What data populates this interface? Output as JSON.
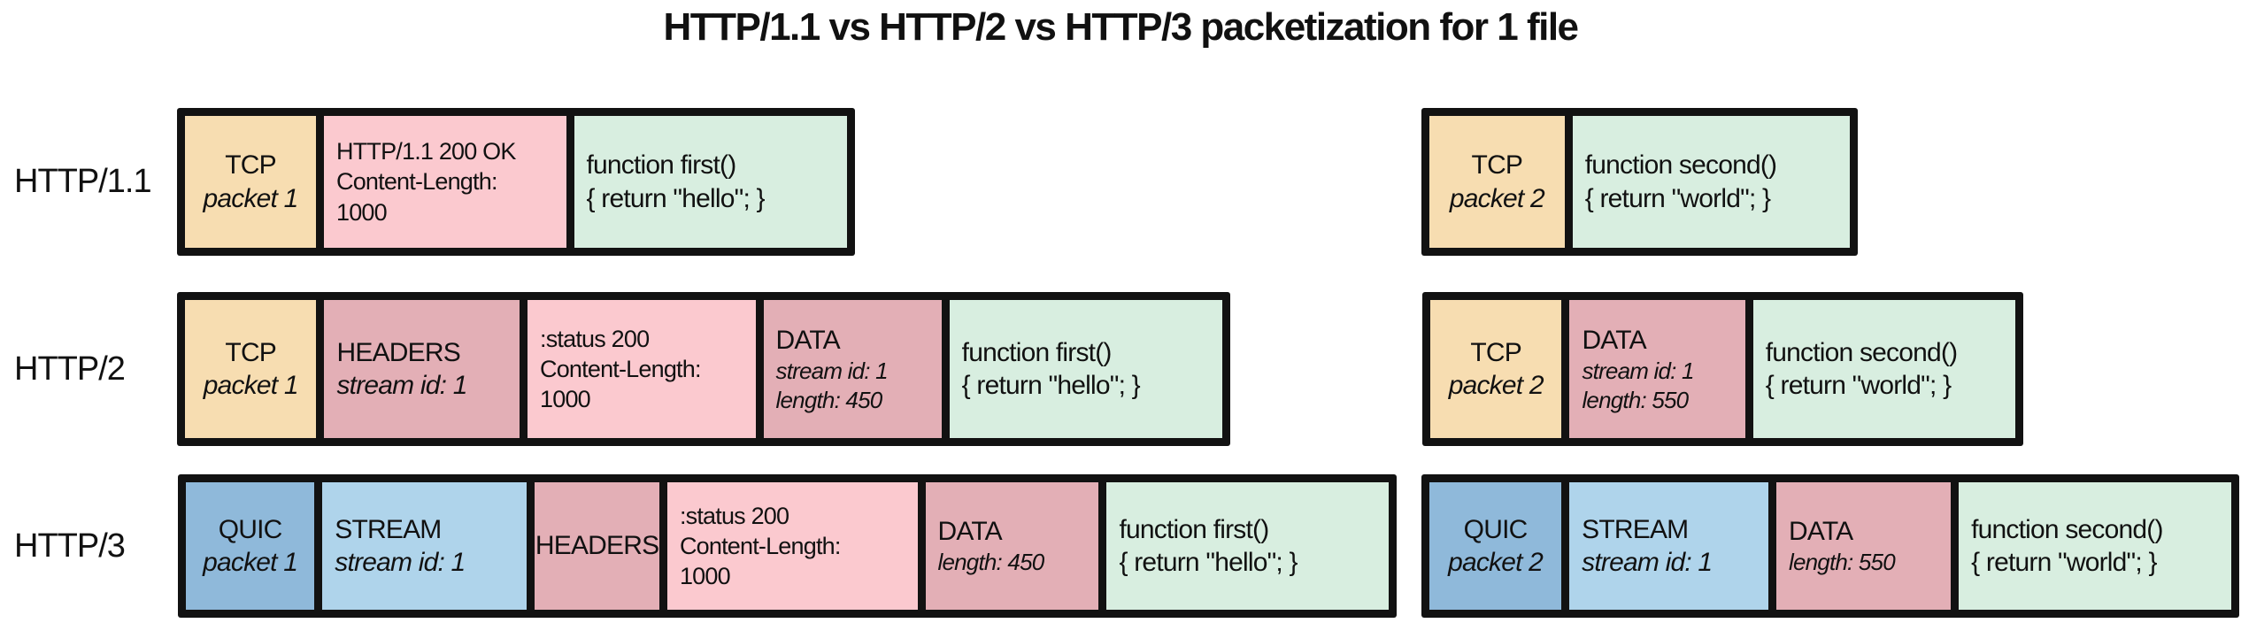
{
  "title": "HTTP/1.1 vs HTTP/2 vs HTTP/3 packetization for 1 file",
  "palette": {
    "tcp": "#F7DDB1",
    "quic": "#8FB9DA",
    "stream": "#AFD4EB",
    "frame": "#E3AFB6",
    "frame-center": "#E3AFB6",
    "http-headers": "#FBC9CF",
    "payload": "#D8EEE0",
    "border": "#121212",
    "background": "#FFFFFF"
  },
  "rows": [
    {
      "label": "HTTP/1.1",
      "packets": [
        {
          "name": "tcp-packet-1",
          "cells": [
            {
              "name": "tcp-cell",
              "kind": "tcp",
              "lines": [
                {
                  "t": "TCP"
                },
                {
                  "t": "packet 1",
                  "i": true
                }
              ]
            },
            {
              "name": "http1-response-headers-cell",
              "kind": "http-headers",
              "lines": [
                {
                  "t": "HTTP/1.1 200 OK"
                },
                {
                  "t": "Content-Length:"
                },
                {
                  "t": "1000"
                }
              ]
            },
            {
              "name": "payload-cell",
              "kind": "payload",
              "lines": [
                {
                  "t": "function first()"
                },
                {
                  "t": "{ return \"hello\"; }"
                }
              ]
            }
          ]
        },
        {
          "name": "tcp-packet-2",
          "cells": [
            {
              "name": "tcp-cell",
              "kind": "tcp",
              "lines": [
                {
                  "t": "TCP"
                },
                {
                  "t": "packet 2",
                  "i": true
                }
              ]
            },
            {
              "name": "payload-cell",
              "kind": "payload",
              "lines": [
                {
                  "t": "function second()"
                },
                {
                  "t": "{ return \"world\"; }"
                }
              ]
            }
          ]
        }
      ]
    },
    {
      "label": "HTTP/2",
      "packets": [
        {
          "name": "tcp-packet-1",
          "cells": [
            {
              "name": "tcp-cell",
              "kind": "tcp",
              "lines": [
                {
                  "t": "TCP"
                },
                {
                  "t": "packet 1",
                  "i": true
                }
              ]
            },
            {
              "name": "headers-frame-cell",
              "kind": "frame",
              "lines": [
                {
                  "t": "HEADERS"
                },
                {
                  "t": "stream id: 1",
                  "i": true
                }
              ]
            },
            {
              "name": "http2-response-headers-cell",
              "kind": "http-headers",
              "lines": [
                {
                  "t": ":status 200"
                },
                {
                  "t": "Content-Length:"
                },
                {
                  "t": "1000"
                }
              ]
            },
            {
              "name": "data-frame-cell",
              "kind": "frame",
              "lines": [
                {
                  "t": "DATA"
                },
                {
                  "t": "stream id: 1",
                  "i": true,
                  "s": true
                },
                {
                  "t": "length: 450",
                  "i": true,
                  "s": true
                }
              ]
            },
            {
              "name": "payload-cell",
              "kind": "payload",
              "lines": [
                {
                  "t": "function first()"
                },
                {
                  "t": "{ return \"hello\"; }"
                }
              ]
            }
          ]
        },
        {
          "name": "tcp-packet-2",
          "cells": [
            {
              "name": "tcp-cell",
              "kind": "tcp",
              "lines": [
                {
                  "t": "TCP"
                },
                {
                  "t": "packet 2",
                  "i": true
                }
              ]
            },
            {
              "name": "data-frame-cell",
              "kind": "frame",
              "lines": [
                {
                  "t": "DATA"
                },
                {
                  "t": "stream id: 1",
                  "i": true,
                  "s": true
                },
                {
                  "t": "length: 550",
                  "i": true,
                  "s": true
                }
              ]
            },
            {
              "name": "payload-cell",
              "kind": "payload",
              "lines": [
                {
                  "t": "function second()"
                },
                {
                  "t": "{ return \"world\"; }"
                }
              ]
            }
          ]
        }
      ]
    },
    {
      "label": "HTTP/3",
      "packets": [
        {
          "name": "quic-packet-1",
          "cells": [
            {
              "name": "quic-cell",
              "kind": "quic",
              "lines": [
                {
                  "t": "QUIC"
                },
                {
                  "t": "packet 1",
                  "i": true
                }
              ]
            },
            {
              "name": "stream-frame-cell",
              "kind": "stream",
              "lines": [
                {
                  "t": "STREAM"
                },
                {
                  "t": "stream id: 1",
                  "i": true
                }
              ]
            },
            {
              "name": "headers-frame-cell",
              "kind": "frame-center",
              "lines": [
                {
                  "t": "HEADERS"
                }
              ]
            },
            {
              "name": "http3-response-headers-cell",
              "kind": "http-headers",
              "lines": [
                {
                  "t": ":status 200"
                },
                {
                  "t": "Content-Length:"
                },
                {
                  "t": "1000"
                }
              ]
            },
            {
              "name": "data-frame-cell",
              "kind": "frame",
              "lines": [
                {
                  "t": "DATA"
                },
                {
                  "t": "length: 450",
                  "i": true,
                  "s": true
                }
              ]
            },
            {
              "name": "payload-cell",
              "kind": "payload",
              "lines": [
                {
                  "t": "function first()"
                },
                {
                  "t": "{ return \"hello\"; }"
                }
              ]
            }
          ]
        },
        {
          "name": "quic-packet-2",
          "cells": [
            {
              "name": "quic-cell",
              "kind": "quic",
              "lines": [
                {
                  "t": "QUIC"
                },
                {
                  "t": "packet 2",
                  "i": true
                }
              ]
            },
            {
              "name": "stream-frame-cell",
              "kind": "stream",
              "lines": [
                {
                  "t": "STREAM"
                },
                {
                  "t": "stream id: 1",
                  "i": true
                }
              ]
            },
            {
              "name": "data-frame-cell",
              "kind": "frame",
              "lines": [
                {
                  "t": "DATA"
                },
                {
                  "t": "length: 550",
                  "i": true,
                  "s": true
                }
              ]
            },
            {
              "name": "payload-cell",
              "kind": "payload",
              "lines": [
                {
                  "t": "function second()"
                },
                {
                  "t": "{ return \"world\"; }"
                }
              ]
            }
          ]
        }
      ]
    }
  ]
}
